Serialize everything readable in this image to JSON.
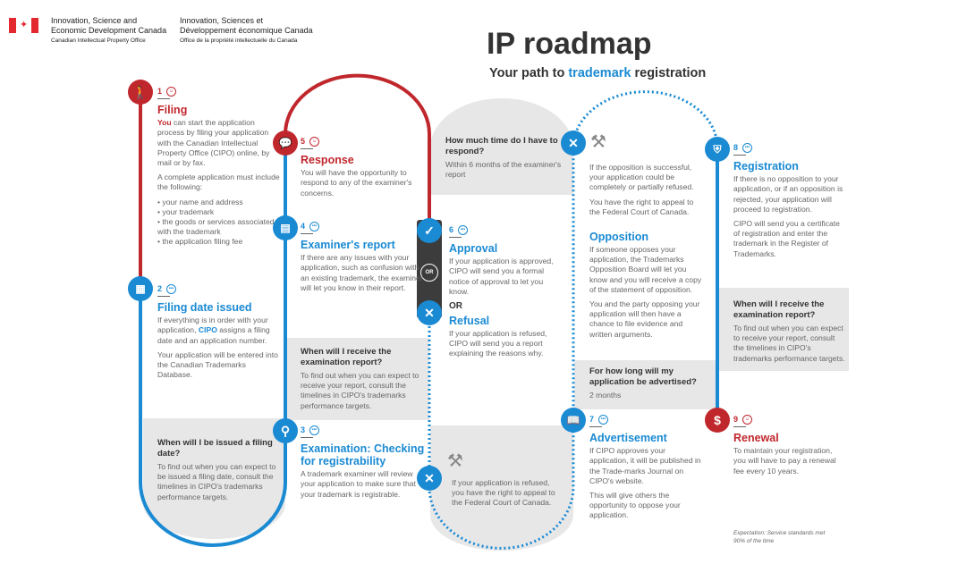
{
  "header": {
    "org_en_1": "Innovation, Science and",
    "org_en_2": "Economic Development Canada",
    "office_en": "Canadian Intellectual Property Office",
    "org_fr_1": "Innovation, Sciences et",
    "org_fr_2": "Développement économique Canada",
    "office_fr": "Office de la propriété intellectuelle du Canada"
  },
  "title": "IP roadmap",
  "subtitle_pre": "Your path to ",
  "subtitle_em": "trademark",
  "subtitle_post": " registration",
  "steps": {
    "filing": {
      "num": "1",
      "title": "Filing",
      "lead": "You",
      "p1": " can start the application process by filing your application with the Canadian Intellectual Property Office (CIPO) online, by mail or by fax.",
      "p2": "A complete application must include the following:",
      "bullets": [
        "your name and address",
        "your trademark",
        "the goods or services associated with the trademark",
        "the application filing fee"
      ]
    },
    "filing_date": {
      "num": "2",
      "title": "Filing date issued",
      "p1a": "If everything is in order with your application, ",
      "p1b": "CIPO",
      "p1c": " assigns a filing date and an application number.",
      "p2": "Your application will be entered into the Canadian Trademarks Database."
    },
    "examination": {
      "num": "3",
      "title": "Examination: Checking for registrability",
      "p1": "A trademark examiner will review your application to make sure that your trademark is registrable."
    },
    "examiner_report": {
      "num": "4",
      "title": "Examiner's report",
      "p1": "If there are any issues with your application, such as confusion with an existing trademark, the examiner will let you know in their report."
    },
    "response": {
      "num": "5",
      "title": "Response",
      "p1": "You will have the opportunity to respond to any of the examiner's concerns."
    },
    "approval": {
      "num": "6",
      "title": "Approval",
      "p1": "If your application is approved, CIPO will send you a formal notice of approval to let you know.",
      "or": "OR",
      "refusal_title": "Refusal",
      "refusal_p": "If your application is refused, CIPO will send you a report explaining the reasons why."
    },
    "advertisement": {
      "num": "7",
      "title": "Advertisement",
      "p1": "If CIPO approves your application, it will be published in the Trade-marks Journal on CIPO's website.",
      "p2": "This will give others the opportunity to oppose your application."
    },
    "opposition": {
      "title": "Opposition",
      "p1": "If someone opposes your application, the Trademarks Opposition Board will let you know and you will receive a copy of the statement of opposition.",
      "p2": "You and the party opposing your application will then have a chance to file evidence and written arguments.",
      "success_p1": "If the opposition is successful, your application could be completely or partially refused.",
      "success_p2": "You have the right to appeal to the Federal Court of Canada."
    },
    "registration": {
      "num": "8",
      "title": "Registration",
      "p1": "If there is no opposition to your application, or if an opposition is rejected, your application will proceed to registration.",
      "p2": "CIPO will send you a certificate of registration and enter the trademark in the Register of Trademarks."
    },
    "renewal": {
      "num": "9",
      "title": "Renewal",
      "p1": "To maintain your registration, you will have to pay a renewal fee every 10 years."
    }
  },
  "faq": {
    "filing_date": {
      "q": "When will I be issued a filing date?",
      "a": "To find out when you can expect to be issued a filing date, consult the timelines in CIPO's trademarks performance targets."
    },
    "exam_report": {
      "q": "When will I receive the examination report?",
      "a": "To find out when you can expect to receive your report, consult the timelines in CIPO's trademarks performance targets."
    },
    "respond": {
      "q": "How much time do I have to respond?",
      "a": "Within 6 months of the examiner's report"
    },
    "refused_appeal": {
      "a": "If your application is refused, you have the right to appeal to the Federal Court of Canada."
    },
    "advertised": {
      "q": "For how long will my application be advertised?",
      "a": "2 months"
    },
    "exam_report2": {
      "q": "When will I receive the examination report?",
      "a": "To find out when you can expect to receive your report, consult the timelines in CIPO's trademarks performance targets."
    }
  },
  "or_badge": "OR",
  "footnote": "Expectation: Service standards met 90% of the time",
  "colors": {
    "red": "#c0272d",
    "blue": "#1a8ad3",
    "gray": "#e7e7e8",
    "dark": "#3c3c3c"
  }
}
